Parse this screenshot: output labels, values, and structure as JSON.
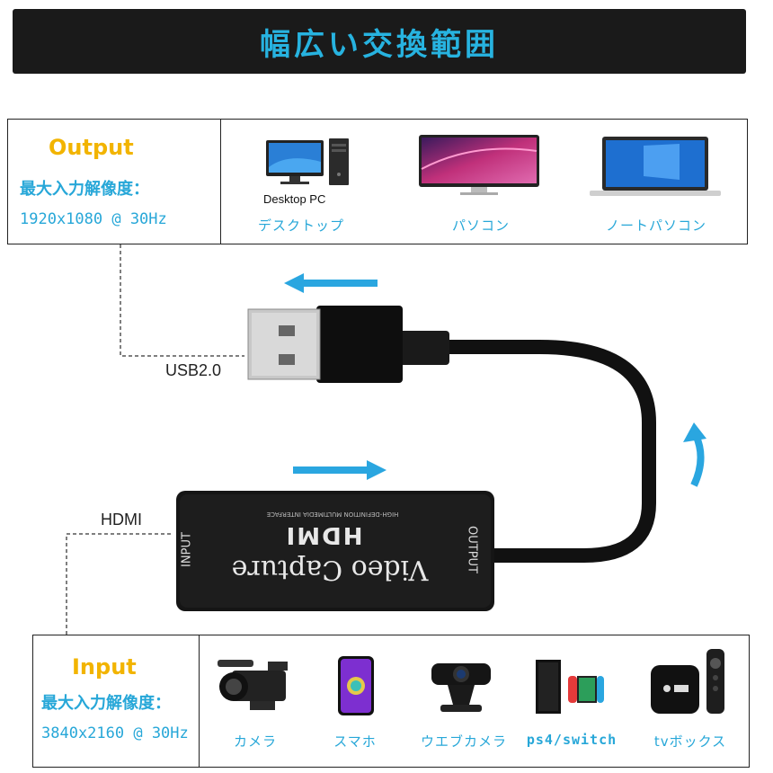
{
  "header": {
    "title": "幅広い交換範囲"
  },
  "output": {
    "title": "Output",
    "spec_label": "最大入力解像度：",
    "spec_value": "1920x1080 @ 30Hz",
    "devices": [
      {
        "icon": "desktop-pc-icon",
        "caption": "Desktop PC",
        "label": "デスクトップ"
      },
      {
        "icon": "monitor-icon",
        "label": "パソコン"
      },
      {
        "icon": "laptop-icon",
        "label": "ノートパソコン"
      }
    ]
  },
  "cable": {
    "usb_label": "USB2.0",
    "hdmi_label": "HDMI",
    "device_text": "Video Capture",
    "device_brand": "HDMI",
    "device_subtext": "HIGH-DEFINITION MULTIMEDIA INTERFACE",
    "port_in": "INPUT",
    "port_out": "OUTPUT"
  },
  "input": {
    "title": "Input",
    "spec_label": "最大入力解像度：",
    "spec_value": "3840x2160 @ 30Hz",
    "devices": [
      {
        "icon": "camcorder-icon",
        "label": "カメラ"
      },
      {
        "icon": "smartphone-icon",
        "label": "スマホ"
      },
      {
        "icon": "webcam-icon",
        "label": "ウエブカメラ"
      },
      {
        "icon": "game-console-icon",
        "label": "ps4/switch"
      },
      {
        "icon": "tv-box-icon",
        "label": "tvボックス"
      }
    ]
  },
  "colors": {
    "accent": "#27a7d8",
    "title_yellow": "#f2b400",
    "banner": "#1a1a1a"
  }
}
